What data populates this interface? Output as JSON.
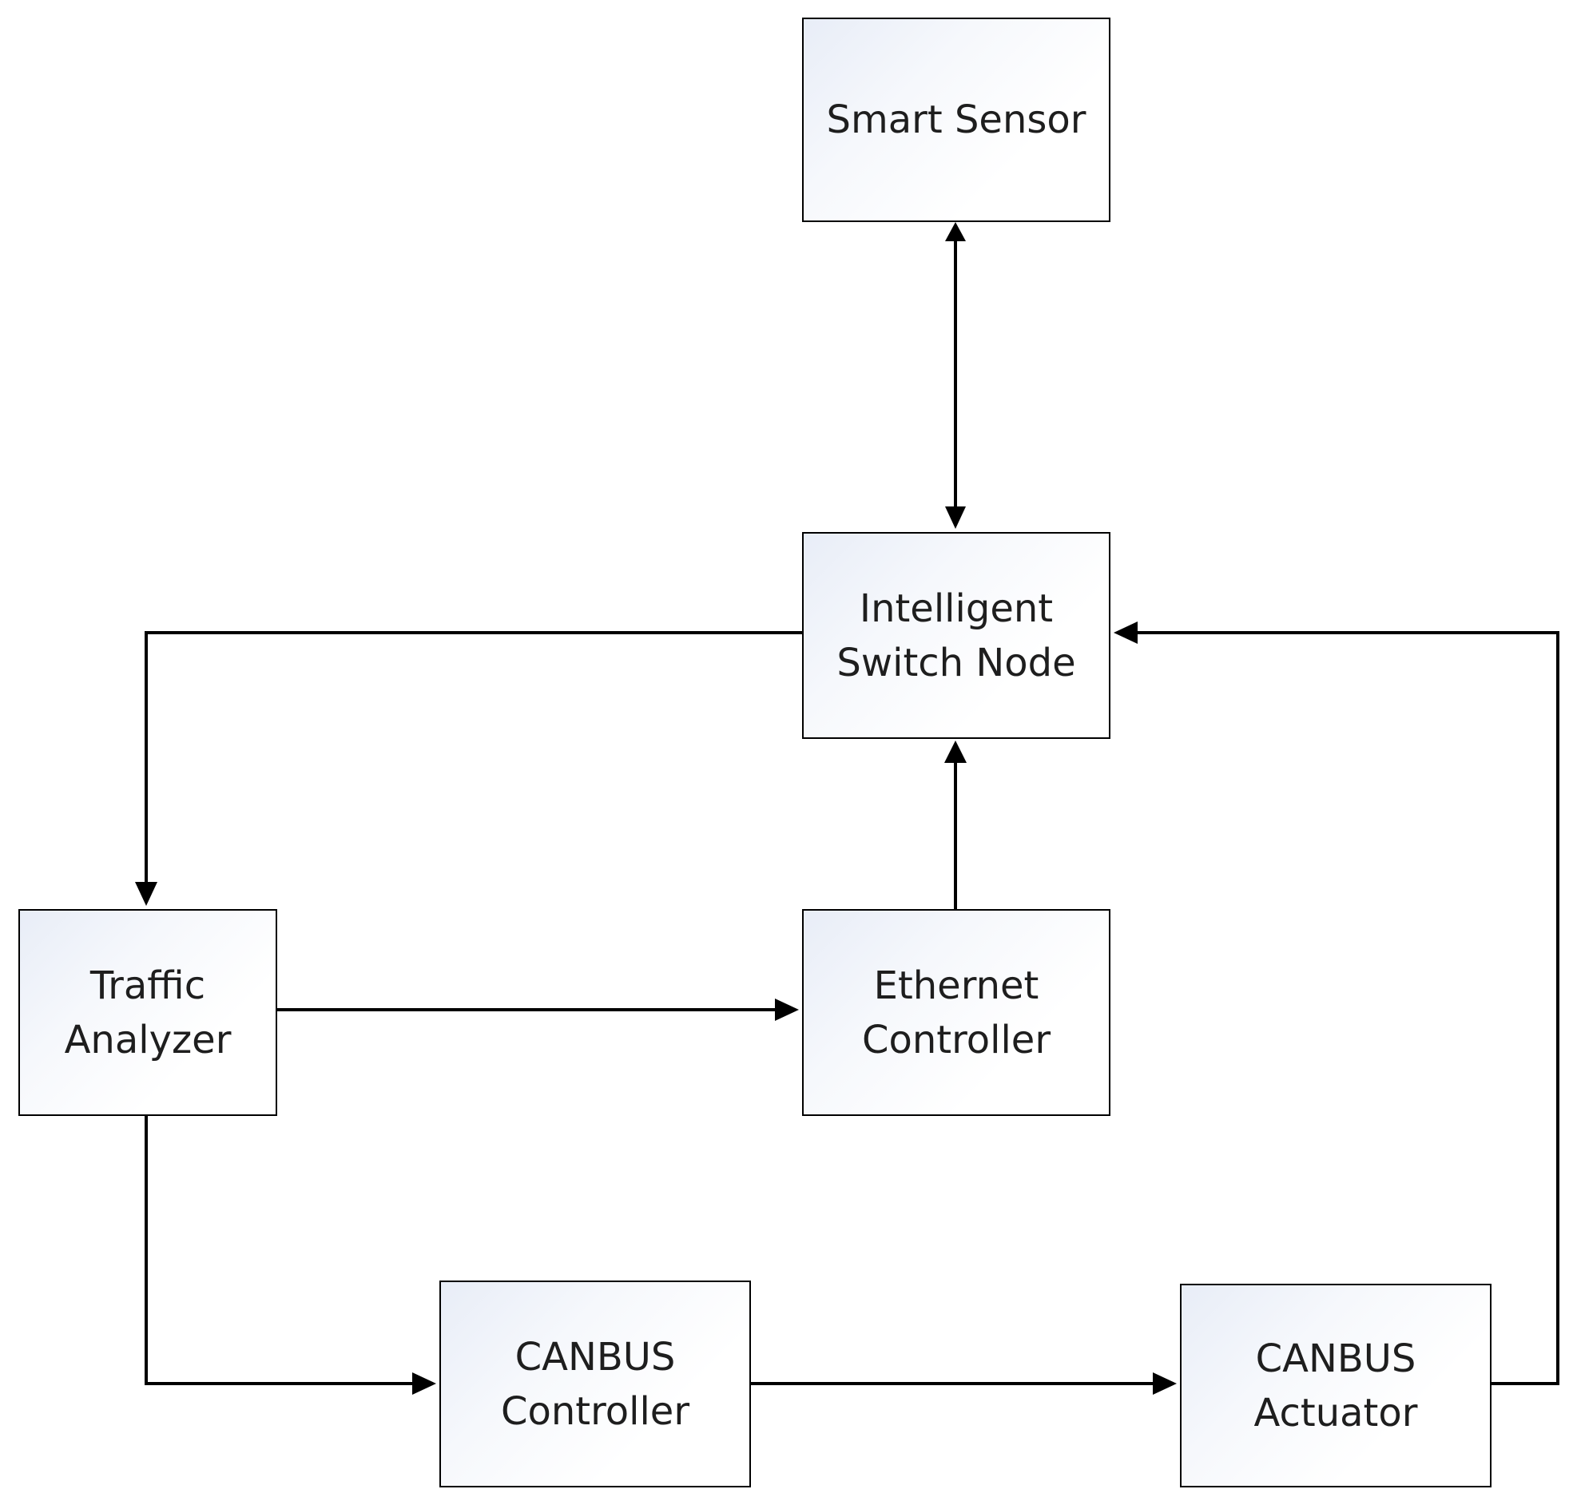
{
  "diagram": {
    "nodes": [
      {
        "id": "smart-sensor",
        "lines": [
          "Smart Sensor"
        ]
      },
      {
        "id": "switch",
        "lines": [
          "Intelligent",
          "Switch Node"
        ]
      },
      {
        "id": "traffic",
        "lines": [
          "Traffic",
          "Analyzer"
        ]
      },
      {
        "id": "ethernet",
        "lines": [
          "Ethernet",
          "Controller"
        ]
      },
      {
        "id": "canbus-ctrl",
        "lines": [
          "CANBUS",
          "Controller"
        ]
      },
      {
        "id": "canbus-act",
        "lines": [
          "CANBUS",
          "Actuator"
        ]
      }
    ],
    "edges": [
      {
        "from": "switch",
        "to": "smart-sensor",
        "bidirectional": true
      },
      {
        "from": "switch",
        "to": "traffic"
      },
      {
        "from": "traffic",
        "to": "ethernet"
      },
      {
        "from": "ethernet",
        "to": "switch"
      },
      {
        "from": "traffic",
        "to": "canbus-ctrl"
      },
      {
        "from": "canbus-ctrl",
        "to": "canbus-act"
      },
      {
        "from": "canbus-act",
        "to": "switch"
      }
    ],
    "colors": {
      "border": "#000000",
      "fill_start": "#e8edf7",
      "fill_end": "#ffffff",
      "text": "#1e1e1e",
      "connector": "#000000"
    }
  }
}
